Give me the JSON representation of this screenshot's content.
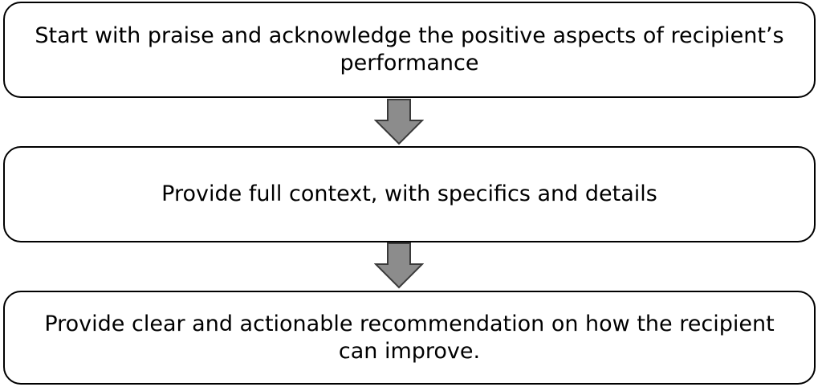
{
  "flowchart": {
    "steps": [
      {
        "text": "Start with praise and acknowledge the positive aspects of recipient’s performance"
      },
      {
        "text": "Provide full context, with specifics and details"
      },
      {
        "text": "Provide clear and actionable recommendation on how the recipient can improve."
      }
    ],
    "colors": {
      "box_border": "#000000",
      "box_fill": "#ffffff",
      "arrow_fill": "#8c8c8c",
      "arrow_stroke": "#3a3a3a",
      "text": "#000000"
    },
    "arrow_icon": "down-arrow-icon"
  }
}
